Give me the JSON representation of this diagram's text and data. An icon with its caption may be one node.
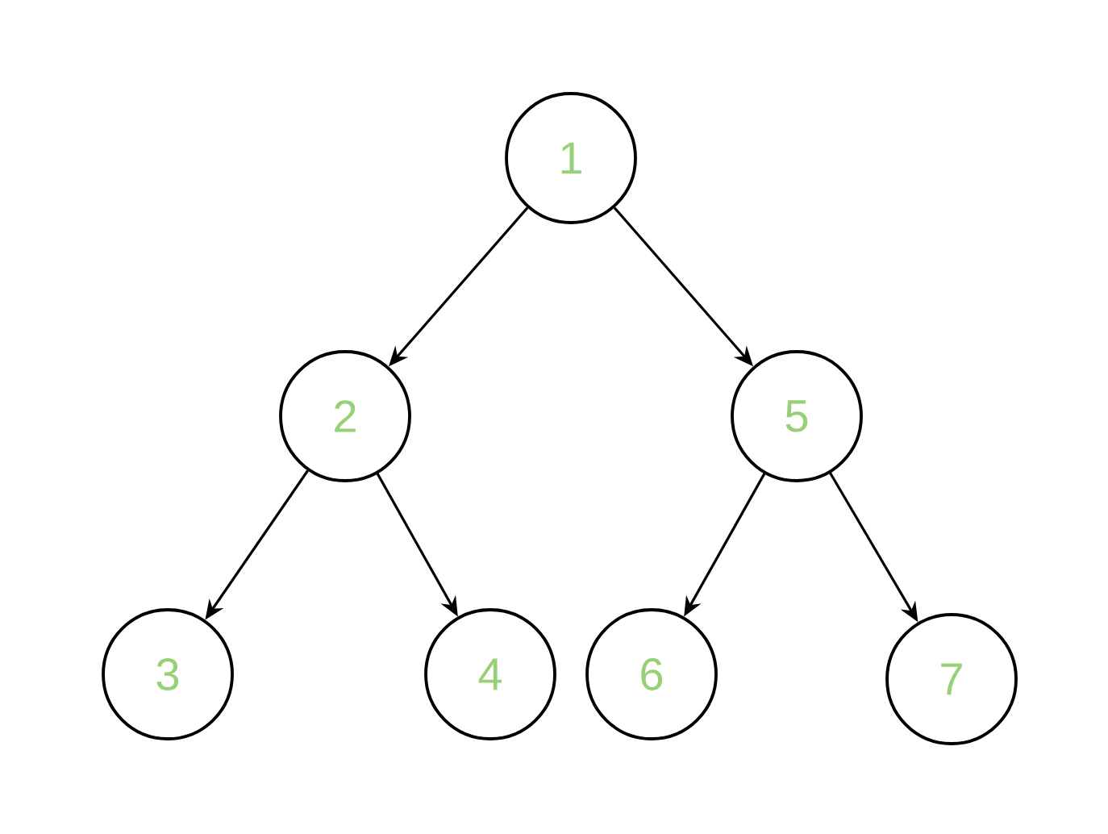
{
  "diagram": {
    "nodes": [
      {
        "text": [
          "1"
        ]
      },
      {
        "text": [
          "2"
        ]
      },
      {
        "text": [
          "5"
        ]
      },
      {
        "text": [
          "3"
        ]
      },
      {
        "text": [
          "4"
        ]
      },
      {
        "text": [
          "6"
        ]
      },
      {
        "text": [
          "7"
        ]
      }
    ],
    "edges": [
      {
        "from": 0,
        "to": 1,
        "arrow": "to"
      },
      {
        "from": 0,
        "to": 2,
        "arrow": "to"
      },
      {
        "from": 1,
        "to": 3,
        "arrow": "to"
      },
      {
        "from": 1,
        "to": 4,
        "arrow": "to"
      },
      {
        "from": 2,
        "to": 5,
        "arrow": "to"
      },
      {
        "from": 2,
        "to": 6,
        "arrow": "to"
      }
    ]
  }
}
